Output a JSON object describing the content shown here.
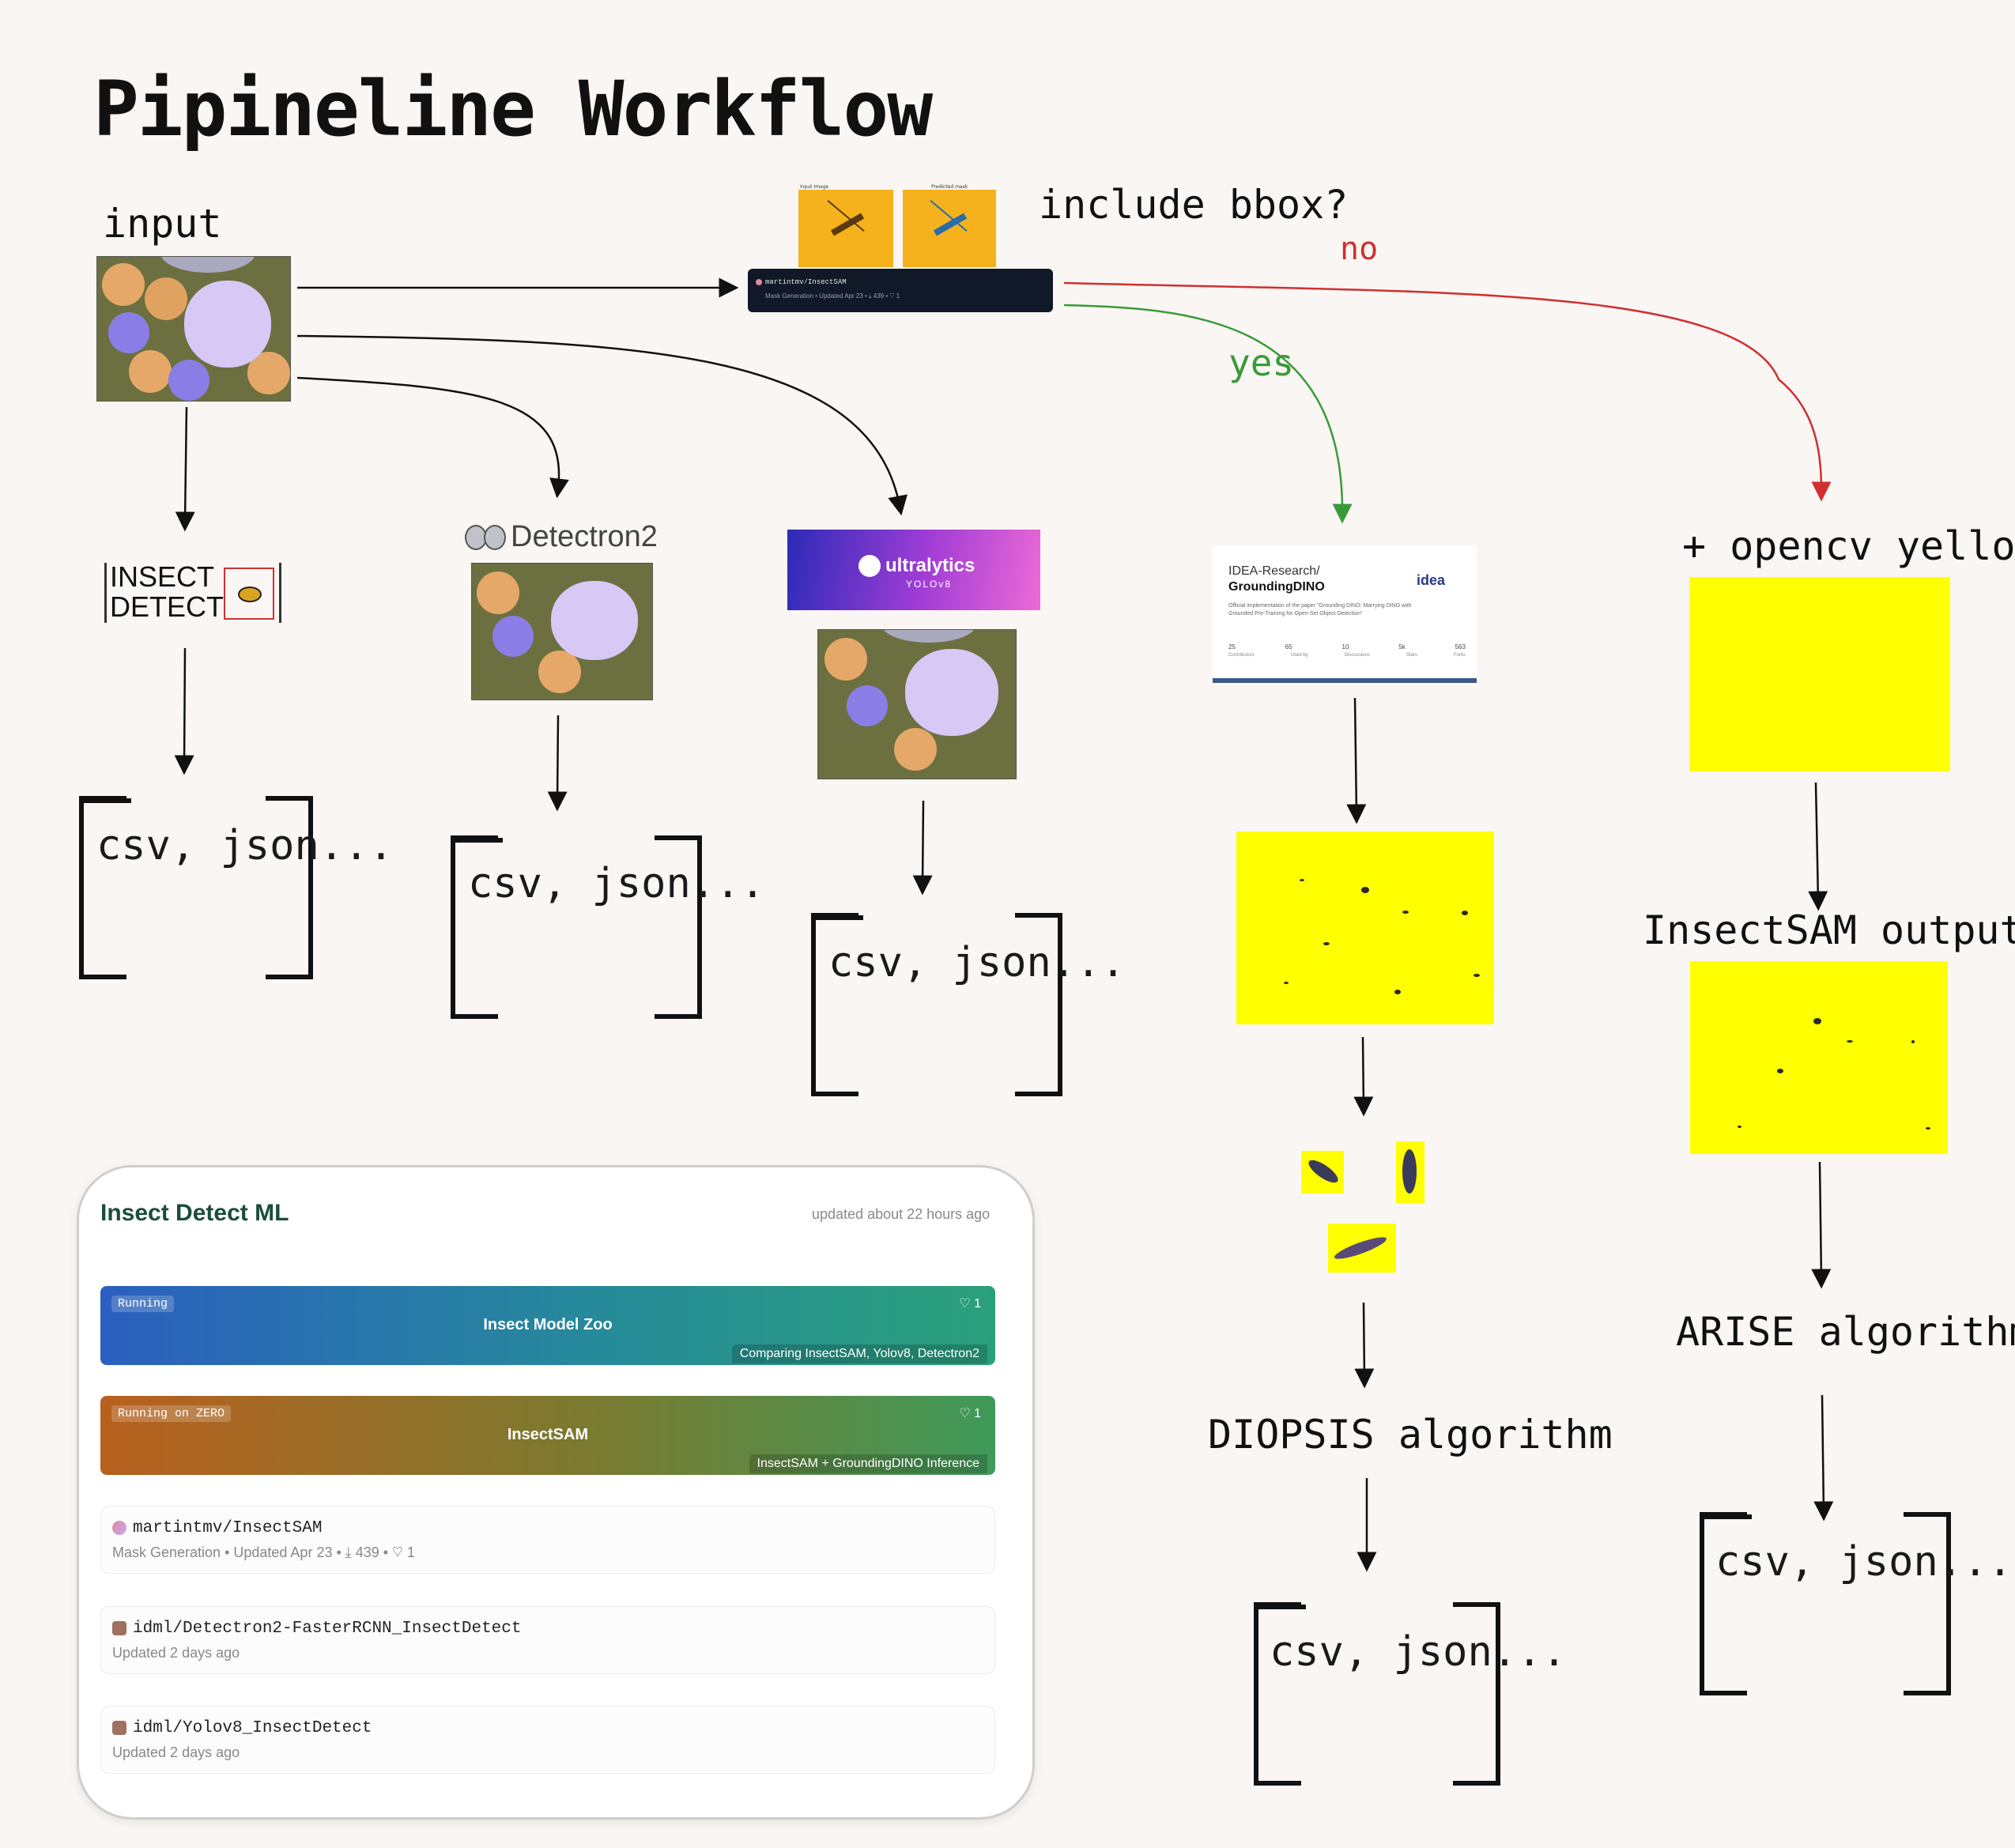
{
  "title": "Pipineline Workflow",
  "labels": {
    "input": "input",
    "include_bbox": "include bbox?",
    "no": "no",
    "yes": "yes",
    "opencv": "+ opencv yellow",
    "insectsam_output": "InsectSAM output",
    "arise": "ARISE algorithm",
    "diopsis": "DIOPSIS algorithm",
    "output_formats": "csv, json..."
  },
  "logos": {
    "insect_detect_line1": "INSECT",
    "insect_detect_line2": "DETECT",
    "detectron2": "Detectron2",
    "ultralytics": "ultralytics",
    "yolov8": "YOLOv8"
  },
  "hf_mini_card": {
    "repo": "martintmv/InsectSAM",
    "meta": "Mask Generation • Updated Apr 23 • ⤓ 439 • ♡ 1",
    "input_caption": "Input Image",
    "output_caption": "Predicted mask"
  },
  "grounding_dino": {
    "org": "IDEA-Research/",
    "repo": "GroundingDINO",
    "logo": "idea",
    "description": "Official implementation of the paper \"Grounding DINO: Marrying DINO with Grounded Pre-Training for Open-Set Object Detection\"",
    "stats": [
      {
        "value": "25",
        "label": "Contributors"
      },
      {
        "value": "65",
        "label": "Used by"
      },
      {
        "value": "10",
        "label": "Discussions"
      },
      {
        "value": "5k",
        "label": "Stars"
      },
      {
        "value": "563",
        "label": "Forks"
      }
    ]
  },
  "collection": {
    "title": "Insect Detect ML",
    "updated": "updated about 22 hours ago",
    "spaces": [
      {
        "status": "Running",
        "likes": "♡ 1",
        "name": "Insect Model Zoo",
        "desc": "Comparing InsectSAM, Yolov8, Detectron2"
      },
      {
        "status": "Running on ZERO",
        "likes": "♡ 1",
        "name": "InsectSAM",
        "desc": "InsectSAM + GroundingDINO Inference"
      }
    ],
    "models": [
      {
        "name": "martintmv/InsectSAM",
        "meta": "Mask Generation  •  Updated Apr 23  •  ⤓ 439  •  ♡ 1"
      },
      {
        "name": "idml/Detectron2-FasterRCNN_InsectDetect",
        "meta": "Updated 2 days ago"
      },
      {
        "name": "idml/Yolov8_InsectDetect",
        "meta": "Updated 2 days ago"
      }
    ]
  },
  "colors": {
    "background": "#faf6f3",
    "yes_arrow": "#3a9a3a",
    "no_arrow": "#d03030",
    "yellow_bg": "#ffff00",
    "card_title": "#1b4d3e"
  }
}
